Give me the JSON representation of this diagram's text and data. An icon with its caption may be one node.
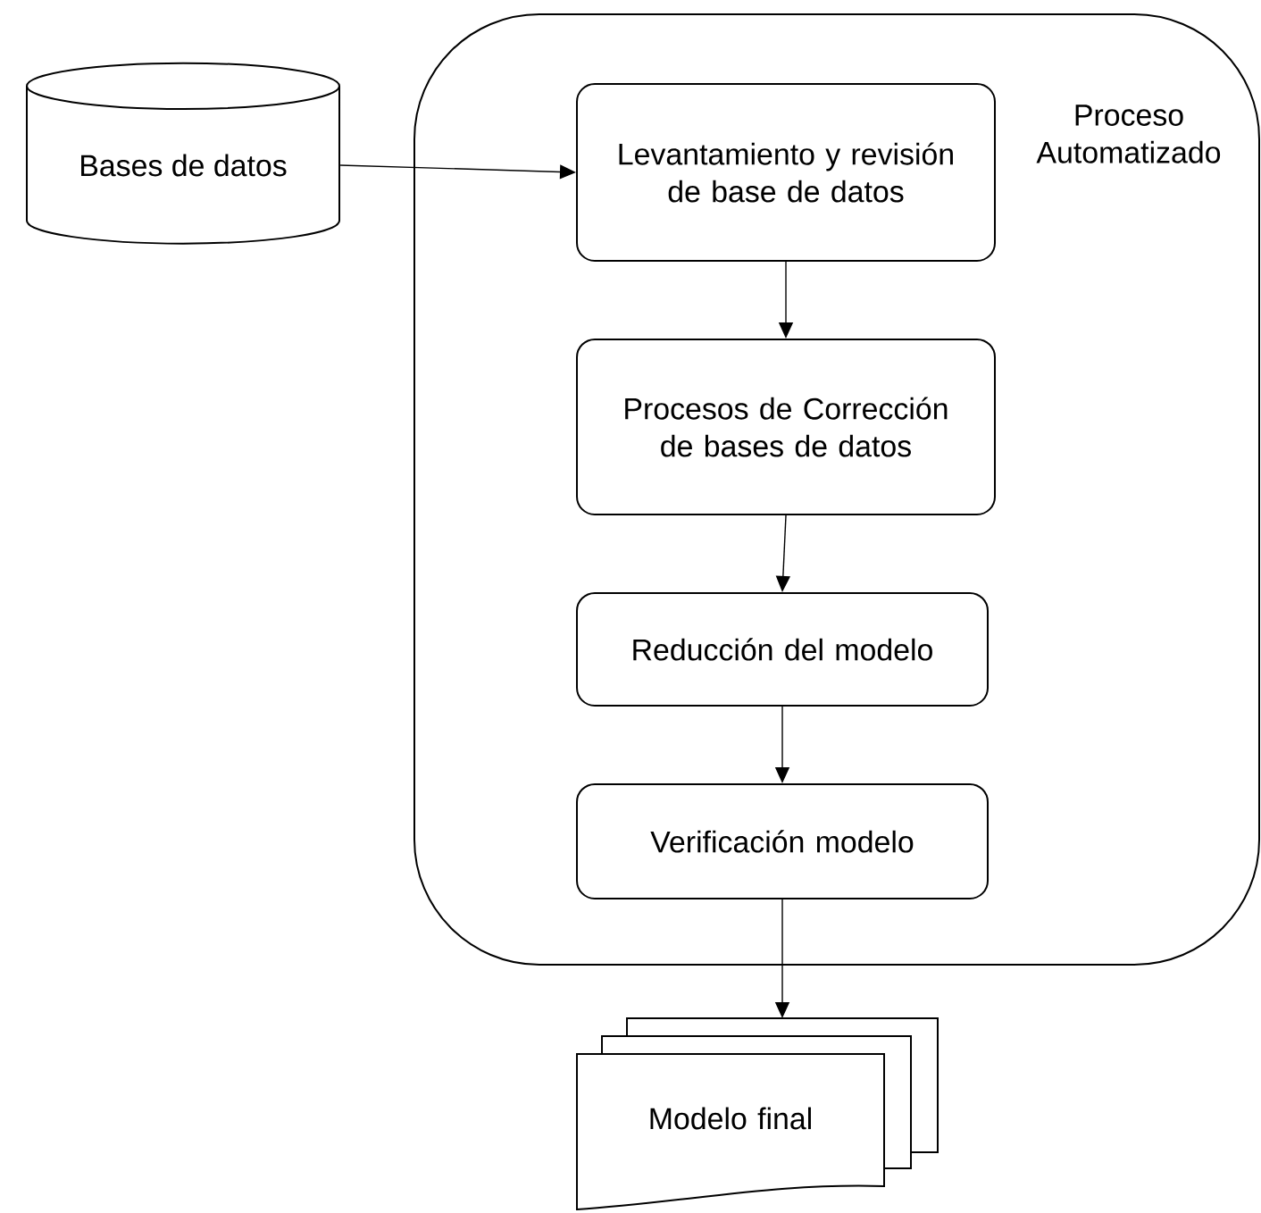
{
  "diagram": {
    "nodes": [
      {
        "text": [
          "Proceso Automatizado"
        ]
      },
      {
        "text": [
          "Bases de datos"
        ]
      },
      {
        "text": [
          "Levantamiento y revisión de base de datos"
        ],
        "in": 0
      },
      {
        "text": [
          "Procesos de Corrección de bases de datos"
        ],
        "in": 0
      },
      {
        "text": [
          "Reducción del modelo"
        ],
        "in": 0
      },
      {
        "text": [
          "Verificación modelo"
        ],
        "in": 0
      },
      {
        "text": [
          "Modelo final"
        ]
      }
    ],
    "edges": [
      {
        "from": 1,
        "to": 2,
        "arrow": "to"
      },
      {
        "from": 2,
        "to": 3,
        "arrow": "to"
      },
      {
        "from": 3,
        "to": 4,
        "arrow": "to"
      },
      {
        "from": 4,
        "to": 5,
        "arrow": "to"
      },
      {
        "from": 5,
        "to": 6,
        "arrow": "to"
      }
    ]
  }
}
